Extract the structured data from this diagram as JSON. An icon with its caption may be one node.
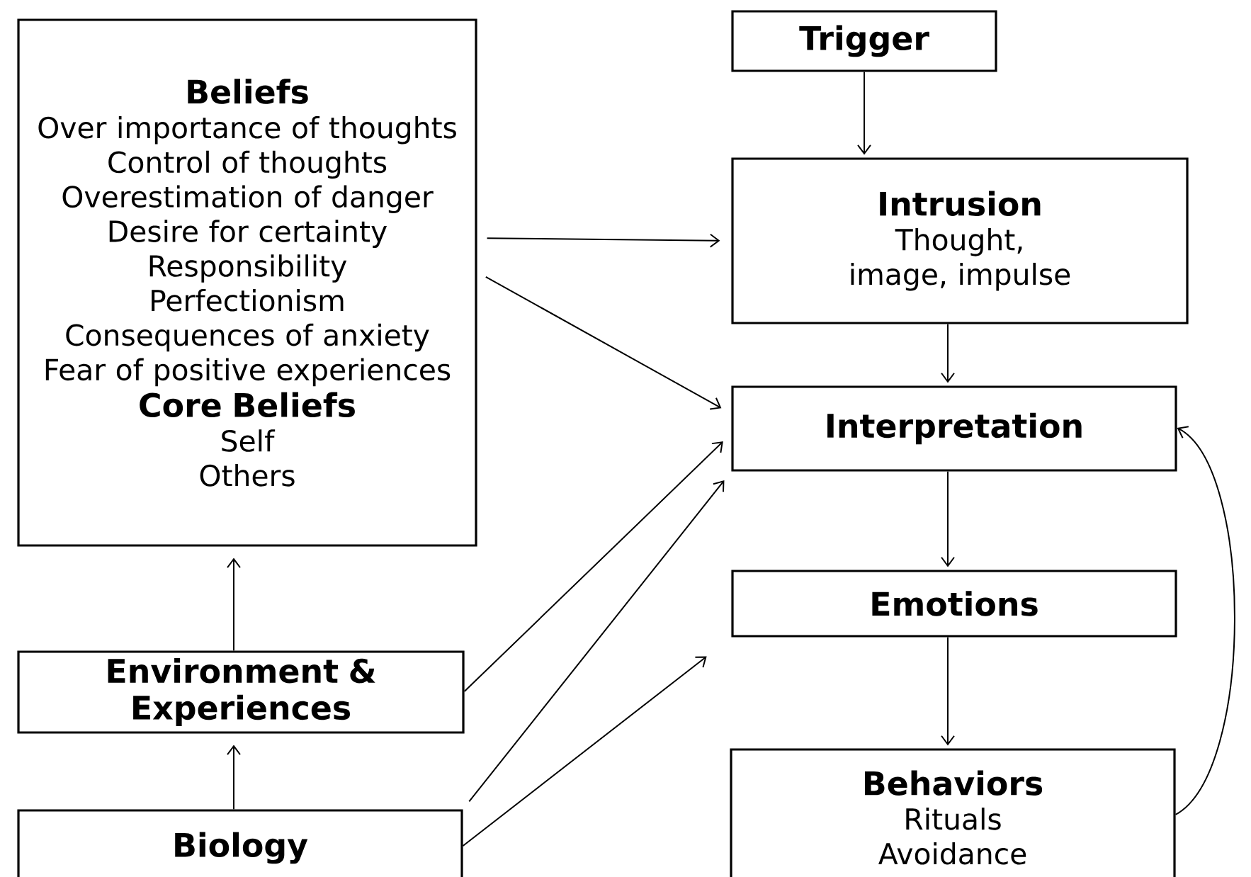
{
  "diagram": {
    "nodes": [
      {
        "text": [
          "Beliefs",
          "Over importance of thoughts",
          "Control of thoughts",
          "Overestimation of danger",
          "Desire for certainty",
          "Responsibility",
          "Perfectionism",
          "Consequences of anxiety",
          "Fear of positive experiences",
          "Core Beliefs",
          "Self",
          "Others"
        ]
      },
      {
        "text": [
          "Trigger"
        ]
      },
      {
        "text": [
          "Intrusion",
          "Thought, image, impulse"
        ]
      },
      {
        "text": [
          "Interpretation"
        ]
      },
      {
        "text": [
          "Emotions"
        ]
      },
      {
        "text": [
          "Environment & Experiences"
        ]
      },
      {
        "text": [
          "Behaviors",
          "Rituals",
          "Avoidance"
        ]
      },
      {
        "text": [
          "Biology"
        ]
      }
    ],
    "edges": [
      {
        "from": 1,
        "to": 2,
        "arrow": "to"
      },
      {
        "from": 2,
        "to": 3,
        "arrow": "to"
      },
      {
        "from": 3,
        "to": 4,
        "arrow": "to"
      },
      {
        "from": 4,
        "to": 6,
        "arrow": "to"
      },
      {
        "from": 6,
        "to": 3,
        "arrow": "to"
      },
      {
        "from": 0,
        "to": 2,
        "arrow": "to"
      },
      {
        "from": 0,
        "to": 3,
        "arrow": "to"
      },
      {
        "from": 5,
        "to": 0,
        "arrow": "to"
      },
      {
        "from": 7,
        "to": 5,
        "arrow": "to"
      },
      {
        "from": 5,
        "to": 3,
        "arrow": "to"
      },
      {
        "from": 7,
        "to": 3,
        "arrow": "to"
      },
      {
        "from": 7,
        "to": 4,
        "arrow": "to"
      }
    ]
  }
}
